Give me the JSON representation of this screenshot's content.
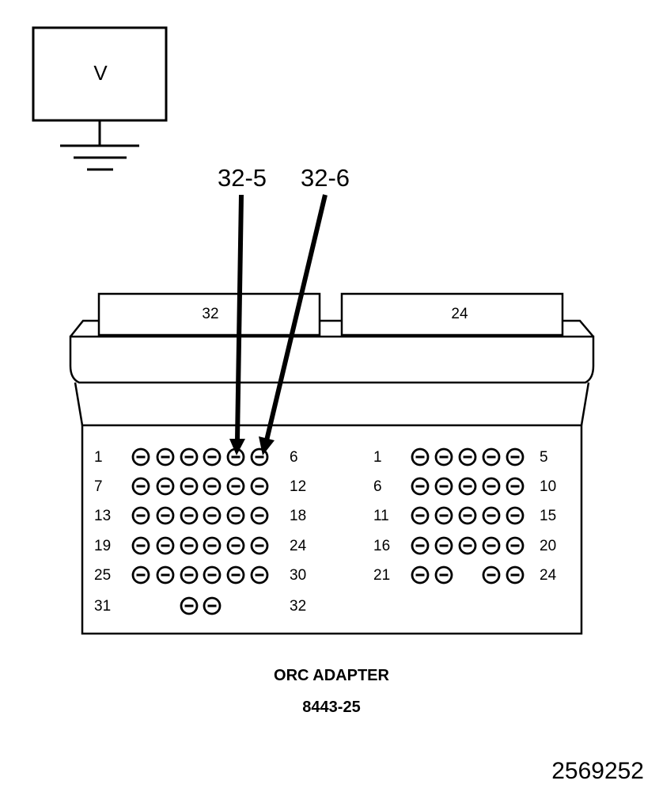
{
  "meter": {
    "symbol": "V"
  },
  "probes": [
    {
      "label": "32-5"
    },
    {
      "label": "32-6"
    }
  ],
  "connectors": {
    "left": {
      "name": "32",
      "row_labels_left": [
        "1",
        "7",
        "13",
        "19",
        "25",
        "31"
      ],
      "row_labels_right": [
        "6",
        "12",
        "18",
        "24",
        "30",
        "32"
      ]
    },
    "right": {
      "name": "24",
      "row_labels_left": [
        "1",
        "6",
        "11",
        "16",
        "21"
      ],
      "row_labels_right": [
        "5",
        "10",
        "15",
        "20",
        "24"
      ]
    }
  },
  "caption": {
    "title": "ORC ADAPTER",
    "part_number": "8443-25"
  },
  "figure_id": "2569252"
}
